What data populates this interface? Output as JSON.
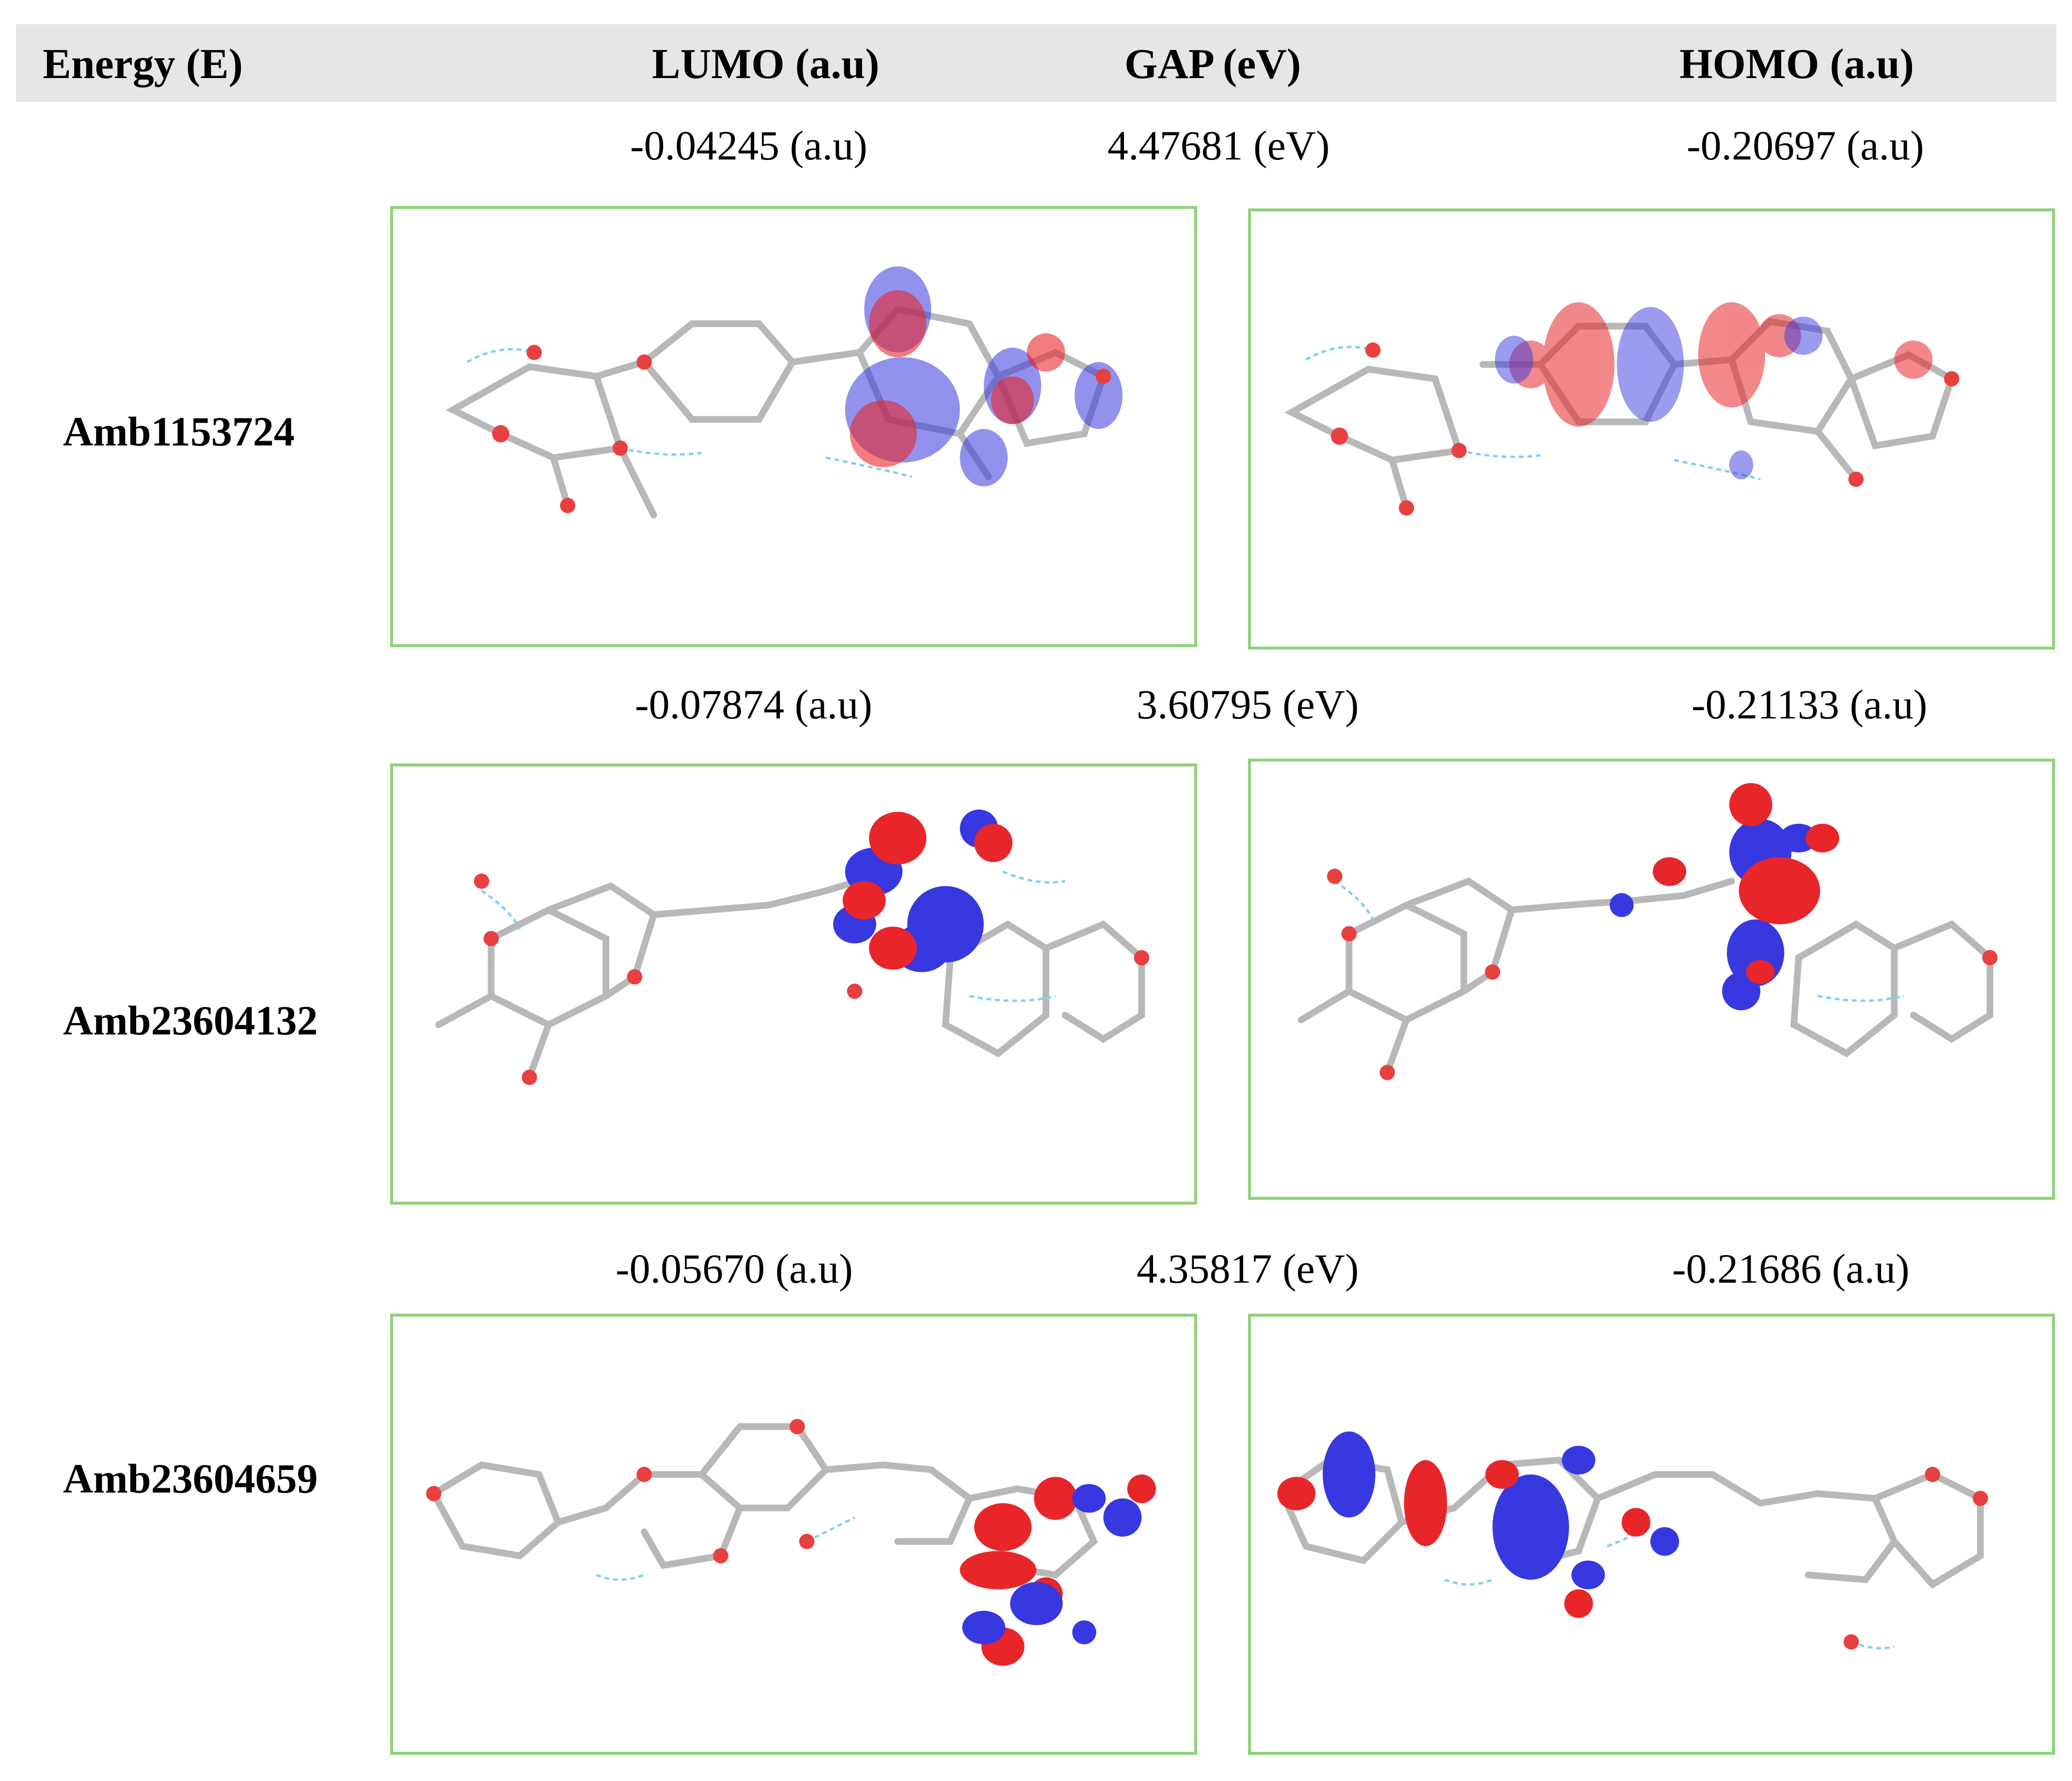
{
  "header": {
    "energy": "Energy (E)",
    "lumo": "LUMO (a.u)",
    "gap": "GAP (eV)",
    "homo": "HOMO (a.u)"
  },
  "rows": [
    {
      "name": "Amb1153724",
      "lumo": "-0.04245 (a.u)",
      "gap": "4.47681 (eV)",
      "homo": "-0.20697 (a.u)"
    },
    {
      "name": "Amb23604132",
      "lumo": "-0.07874 (a.u)",
      "gap": "3.60795 (eV)",
      "homo": "-0.21133 (a.u)"
    },
    {
      "name": "Amb23604659",
      "lumo": "-0.05670 (a.u)",
      "gap": "4.35817 (eV)",
      "homo": "-0.21686 (a.u)"
    }
  ],
  "colors": {
    "header_bg": "#e6e6e6",
    "panel_border": "#8fd17a",
    "orbital_positive": "#e8262a",
    "orbital_negative": "#3838e0",
    "bond": "#b8b8b8",
    "oxygen": "#e84040",
    "hbond": "#7fd3e8"
  }
}
